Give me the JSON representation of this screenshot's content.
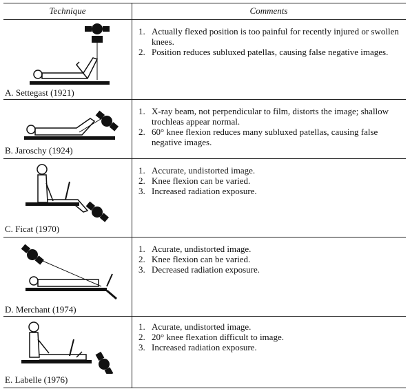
{
  "headers": {
    "technique": "Technique",
    "comments": "Comments"
  },
  "rows": [
    {
      "label": "A. Settegast (1921)",
      "comments": [
        {
          "num": "1.",
          "text": "Actually flexed position is too painful for recently injured or swollen knees."
        },
        {
          "num": "2.",
          "text": "Position reduces subluxed patellas, causing false negative images."
        }
      ]
    },
    {
      "label": "B. Jaroschy (1924)",
      "comments": [
        {
          "num": "1.",
          "text": "X-ray beam, not perpendicular to film, distorts the image; shallow trochleas appear normal."
        },
        {
          "num": "2.",
          "text": "60° knee flexion reduces many subluxed patellas, causing false negative images."
        }
      ]
    },
    {
      "label": "C. Ficat (1970)",
      "comments": [
        {
          "num": "1.",
          "text": "Accurate, undistorted image."
        },
        {
          "num": "2.",
          "text": "Knee flexion can be varied."
        },
        {
          "num": "3.",
          "text": "Increased radiation exposure."
        }
      ]
    },
    {
      "label": "D. Merchant (1974)",
      "comments": [
        {
          "num": "1.",
          "text": "Acurate, undistorted image."
        },
        {
          "num": "2.",
          "text": "Knee flexion can be varied."
        },
        {
          "num": "3.",
          "text": "Decreased radiation exposure."
        }
      ]
    },
    {
      "label": "E. Labelle (1976)",
      "comments": [
        {
          "num": "1.",
          "text": "Acurate, undistorted image."
        },
        {
          "num": "2.",
          "text": "20° knee flexation difficult to image."
        },
        {
          "num": "3.",
          "text": "Increased radiation exposure."
        }
      ]
    }
  ]
}
